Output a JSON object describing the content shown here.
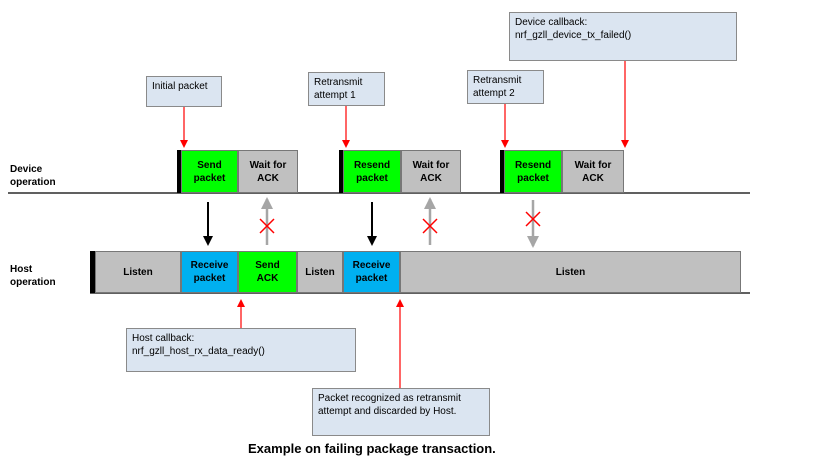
{
  "row_labels": {
    "device": "Device\noperation",
    "host": "Host\noperation"
  },
  "callouts": {
    "initial_packet": "Initial packet",
    "retransmit_1": "Retransmit\nattempt 1",
    "retransmit_2": "Retransmit\nattempt 2",
    "device_callback": "Device callback:\nnrf_gzll_device_tx_failed()",
    "host_callback": "Host callback:\nnrf_gzll_host_rx_data_ready()",
    "packet_recognized": "Packet recognized as retransmit\nattempt and discarded by Host."
  },
  "device_blocks": {
    "send_packet": "Send\npacket",
    "wait_ack_1": "Wait for\nACK",
    "resend_packet_1": "Resend\npacket",
    "wait_ack_2": "Wait for\nACK",
    "resend_packet_2": "Resend\npacket",
    "wait_ack_3": "Wait for\nACK"
  },
  "host_blocks": {
    "listen_1": "Listen",
    "receive_packet_1": "Receive\npacket",
    "send_ack": "Send\nACK",
    "listen_2": "Listen",
    "receive_packet_2": "Receive\npacket",
    "listen_3": "Listen"
  },
  "caption": "Example on failing package transaction.",
  "colors": {
    "green": "#00ff00",
    "gray": "#c0c0c0",
    "cyan": "#00b0f0",
    "callout_fill": "#dbe5f1",
    "red_arrow": "#ff0000",
    "gray_arrow": "#a6a6a6"
  }
}
